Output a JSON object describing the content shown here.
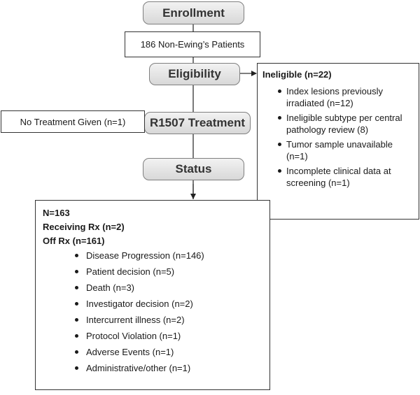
{
  "phases": {
    "enrollment": "Enrollment",
    "eligibility": "Eligibility",
    "treatment": "R1507 Treatment",
    "status": "Status"
  },
  "patients": "186 Non-Ewing’s Patients",
  "no_treatment": "No Treatment Given (n=1)",
  "ineligible": {
    "title": "Ineligible (n=22)",
    "items": [
      "Index lesions previously irradiated (n=12)",
      "Ineligible subtype per central pathology review (8)",
      "Tumor sample unavailable (n=1)",
      "Incomplete clinical data at screening (n=1)"
    ]
  },
  "status_detail": {
    "n": "N=163",
    "receiving": "Receiving Rx (n=2)",
    "off": "Off Rx (n=161)",
    "items": [
      "Disease Progression (n=146)",
      "Patient decision (n=5)",
      "Death (n=3)",
      "Investigator decision (n=2)",
      "Intercurrent illness (n=2)",
      "Protocol Violation (n=1)",
      "Adverse Events (n=1)",
      "Administrative/other (n=1)"
    ]
  }
}
